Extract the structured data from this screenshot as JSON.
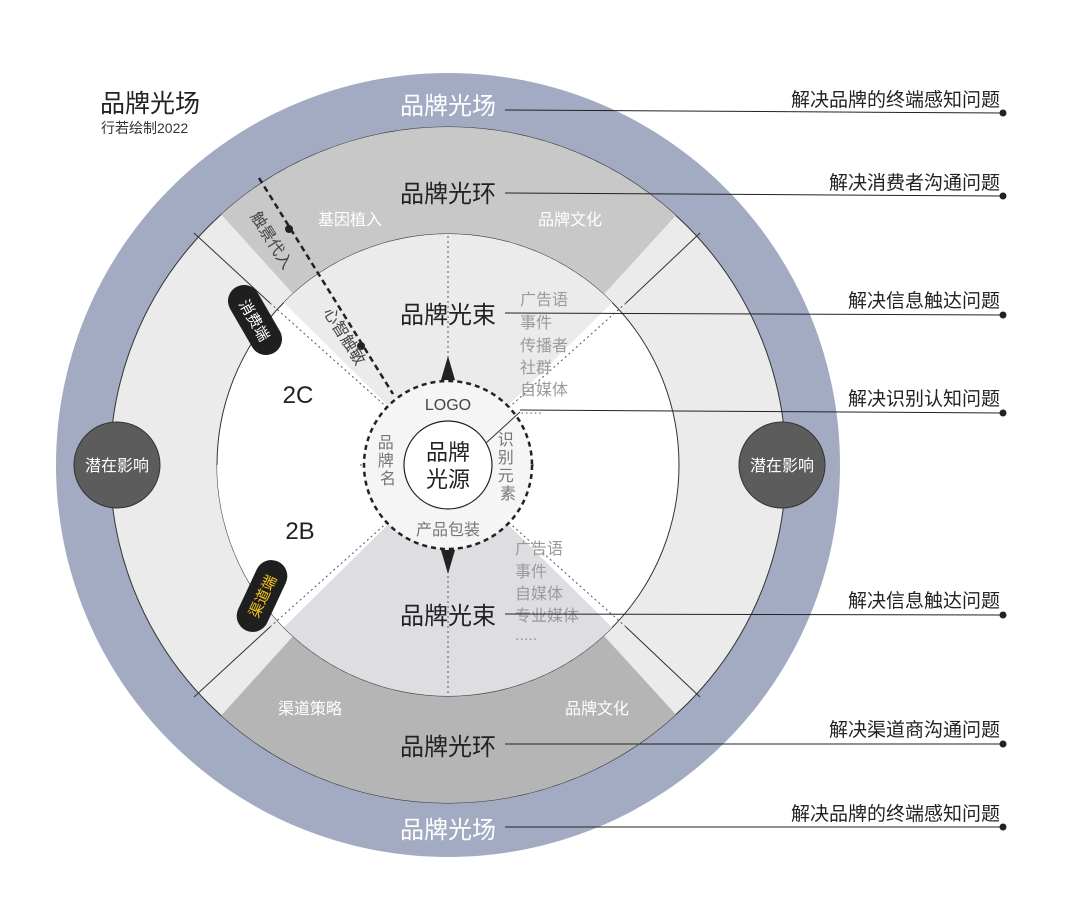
{
  "header": {
    "title": "品牌光场",
    "subtitle": "行若绘制2022"
  },
  "rings": {
    "field_top": "品牌光场",
    "field_bottom": "品牌光场",
    "halo_top": "品牌光环",
    "halo_bottom": "品牌光环",
    "beam_top": "品牌光束",
    "beam_bottom": "品牌光束"
  },
  "sectors": {
    "top_left": "基因植入",
    "top_right": "品牌文化",
    "bottom_left": "渠道策略",
    "bottom_right": "品牌文化"
  },
  "core": {
    "line1": "品牌",
    "line2": "光源",
    "logo": "LOGO",
    "package": "产品包装",
    "name_vertical": "品牌名",
    "elements_vertical": "识别元素"
  },
  "beam_top_list": [
    "广告语",
    "事件",
    "传播者",
    "社群",
    "自媒体",
    "....."
  ],
  "beam_bottom_list": [
    "广告语",
    "事件",
    "自媒体",
    "专业媒体",
    "....."
  ],
  "channels": {
    "consumer_badge": "消费端",
    "channel_badge": "渠道端",
    "label_2c": "2C",
    "label_2b": "2B",
    "touch_scene": "触景代入",
    "mind_touch": "心智触敏"
  },
  "influence": {
    "left": "潜在影响",
    "right": "潜在影响"
  },
  "notes": [
    "解决品牌的终端感知问题",
    "解决消费者沟通问题",
    "解决信息触达问题",
    "解决识别认知问题",
    "解决信息触达问题",
    "解决渠道商沟通问题",
    "解决品牌的终端感知问题"
  ],
  "colors": {
    "field_ring": "#a3abc3",
    "halo_top_band": "#c8c8c8",
    "halo_bottom_band": "#b5b5b5",
    "inner_light": "#ebebeb",
    "lower_beam": "#dedee2",
    "badge_dark": "#1f1f1f",
    "influence_circle": "#5c5c5c",
    "channel_badge_text": "#f7c51c"
  }
}
